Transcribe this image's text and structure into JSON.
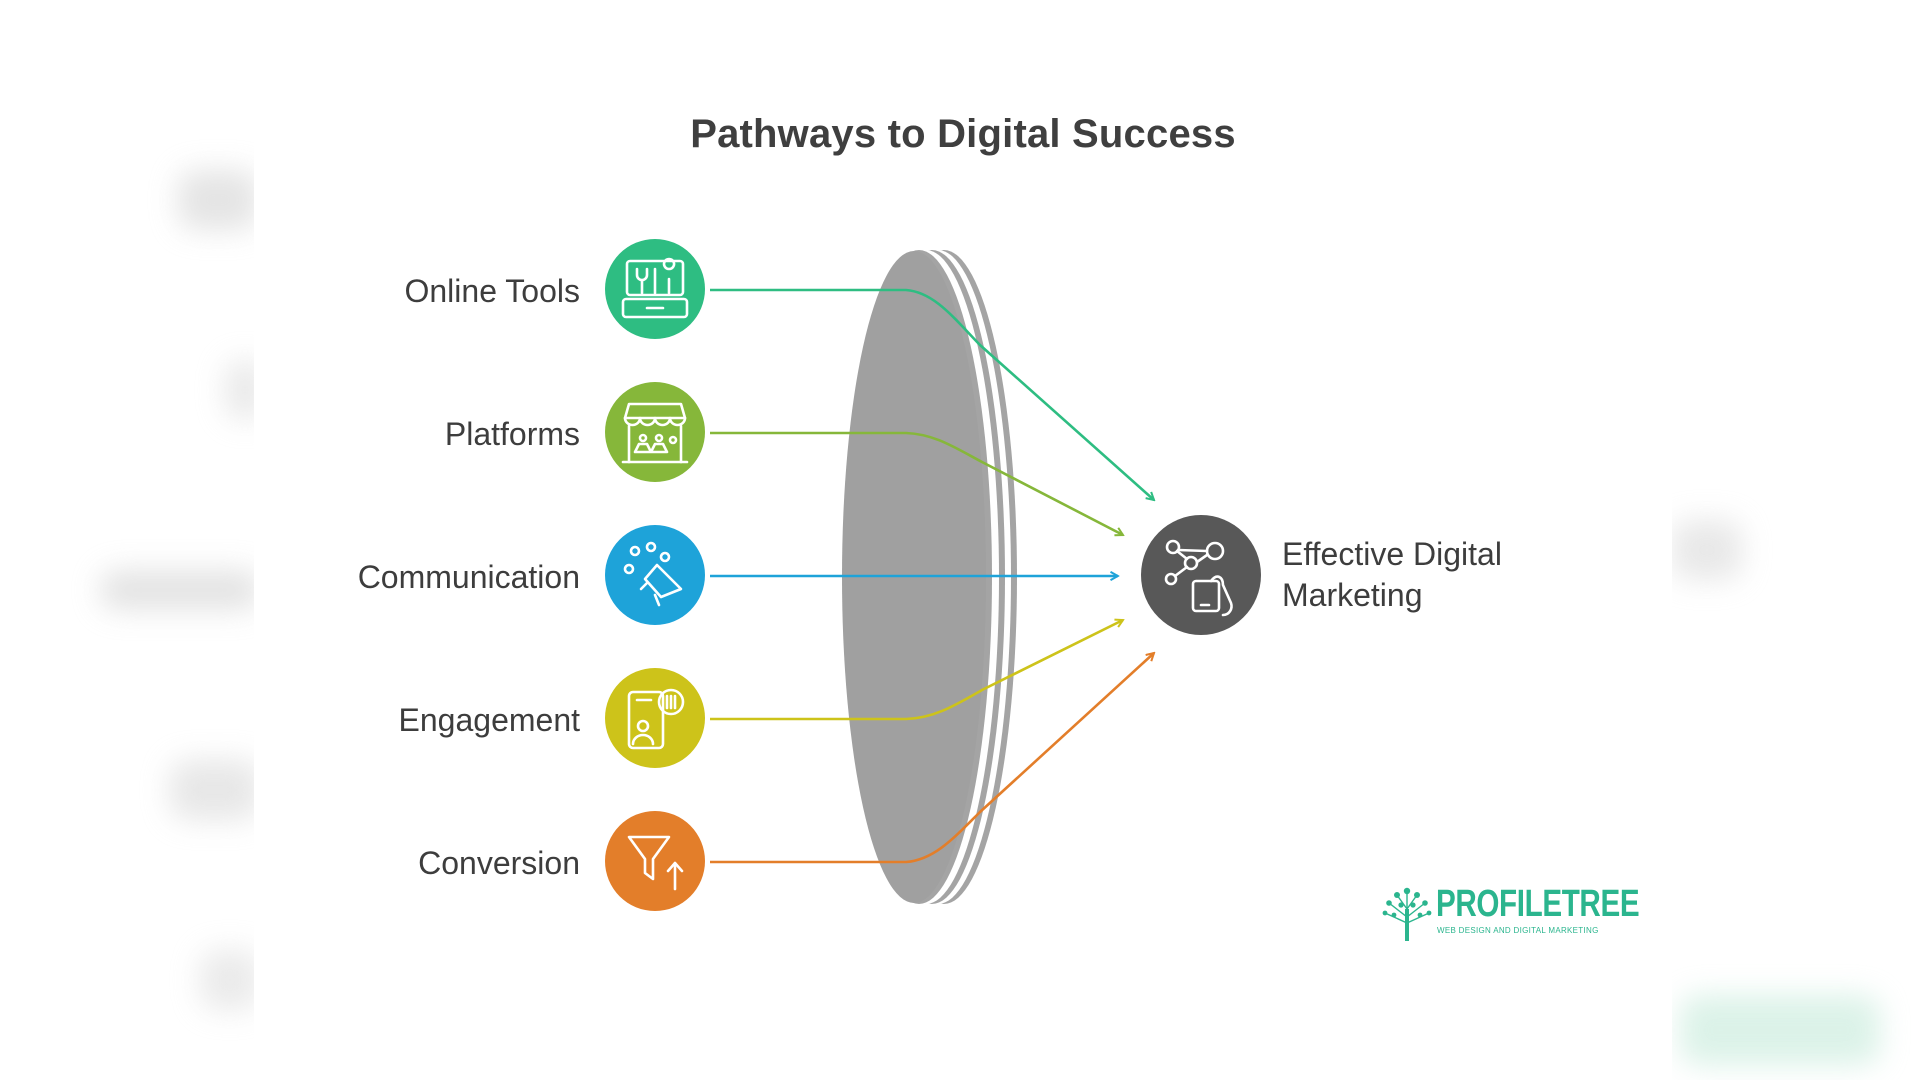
{
  "title": "Pathways to Digital Success",
  "inputs": [
    {
      "label": "Online Tools",
      "color": "#2ebd82",
      "icon": "toolbox-icon"
    },
    {
      "label": "Platforms",
      "color": "#86b73a",
      "icon": "storefront-icon"
    },
    {
      "label": "Communication",
      "color": "#1ea3d9",
      "icon": "megaphone-icon"
    },
    {
      "label": "Engagement",
      "color": "#cdc31a",
      "icon": "mobile-engagement-icon"
    },
    {
      "label": "Conversion",
      "color": "#e37e2a",
      "icon": "funnel-icon"
    }
  ],
  "lens_color": "#a4a4a4",
  "result": {
    "label_line1": "Effective Digital",
    "label_line2": "Marketing",
    "color": "#585858",
    "icon": "network-hand-icon"
  },
  "logo": {
    "name": "PROFILETREE",
    "tagline": "WEB DESIGN AND DIGITAL MARKETING",
    "color": "#2bb58e",
    "icon": "tree-icon"
  }
}
